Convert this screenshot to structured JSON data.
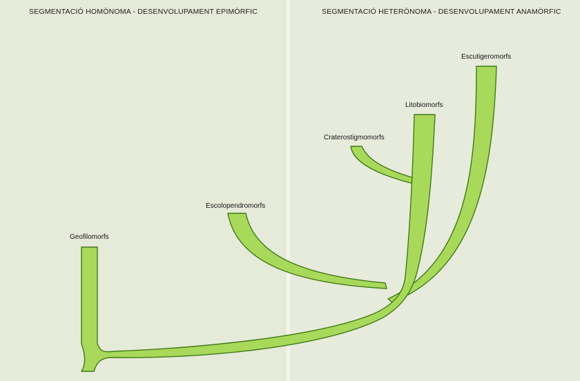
{
  "headings": {
    "left": "SEGMENTACIÓ HOMÒNOMA - DESENVOLUPAMENT EPIMÒRFIC",
    "right": "SEGMENTACIÓ HETERÒNOMA - DESENVOLUPAMENT ANAMÒRFIC"
  },
  "taxa": {
    "geofilomorfs": "Geofilomorfs",
    "escolopendromorfs": "Escolopendromorfs",
    "craterostigmomorfs": "Craterostigmomorfs",
    "litobiomorfs": "Litobiomorfs",
    "escutigeromorfs": "Escutigeromorfs"
  },
  "colors": {
    "branch_fill": "#a9d95a",
    "branch_stroke": "#3f7a18",
    "background": "#e6ead9"
  }
}
